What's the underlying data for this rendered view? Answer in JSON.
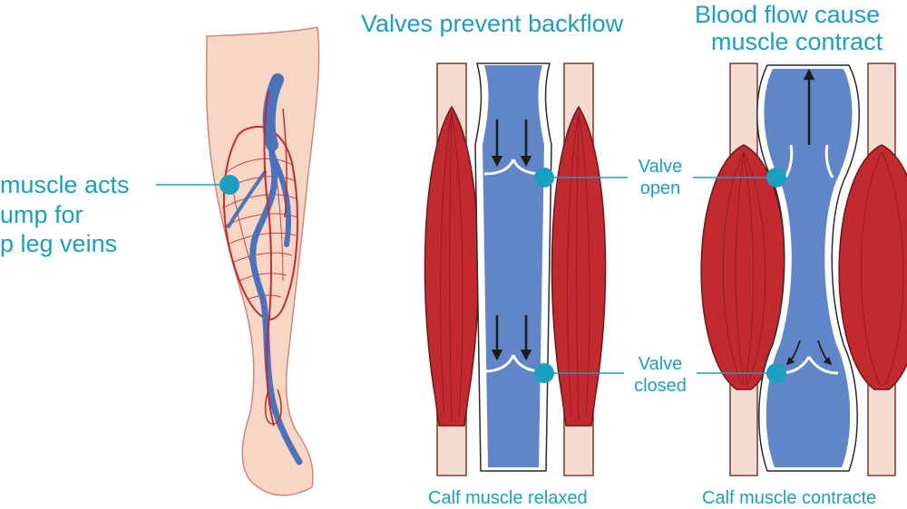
{
  "leg_label": {
    "line1": "muscle acts",
    "line2": "ump for",
    "line3": "p leg veins"
  },
  "relaxed_panel": {
    "title": "Valves prevent backflow",
    "caption": "Calf muscle relaxed"
  },
  "contracted_panel": {
    "title_line1": "Blood flow cause",
    "title_line2": "muscle contract",
    "caption": "Calf muscle contracte"
  },
  "valve_open": {
    "line1": "Valve",
    "line2": "open"
  },
  "valve_closed": {
    "line1": "Valve",
    "line2": "closed"
  },
  "colors": {
    "accent": "#1a9fc0",
    "muscle": "#c22a2f",
    "vein": "#5a80c4",
    "skin": "#f8d6c6",
    "tendon": "#f5dcd2"
  }
}
